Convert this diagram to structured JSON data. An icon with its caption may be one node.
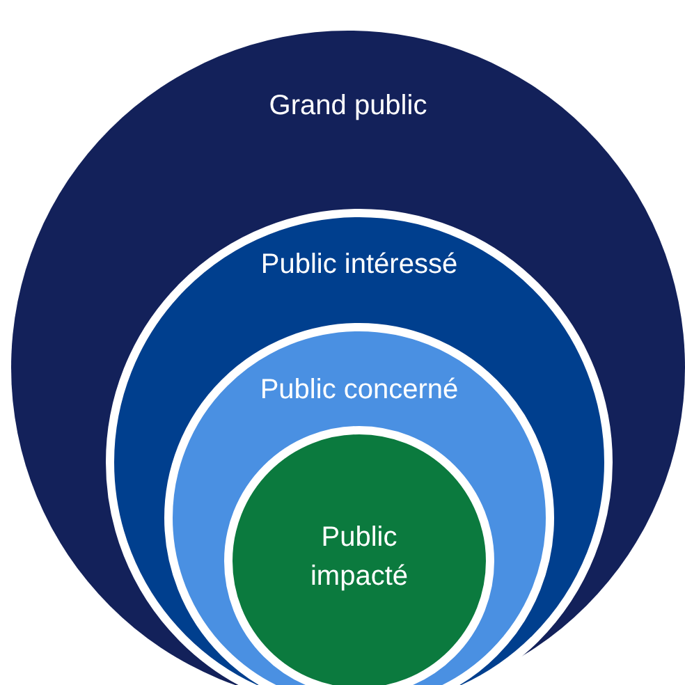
{
  "diagram": {
    "nodes": [
      {
        "text": [
          "Grand public"
        ]
      },
      {
        "text": [
          "Public intéressé"
        ],
        "in": 0
      },
      {
        "text": [
          "Public concerné"
        ],
        "in": 1
      },
      {
        "text": [
          "Public impacté"
        ],
        "in": 2
      }
    ]
  }
}
